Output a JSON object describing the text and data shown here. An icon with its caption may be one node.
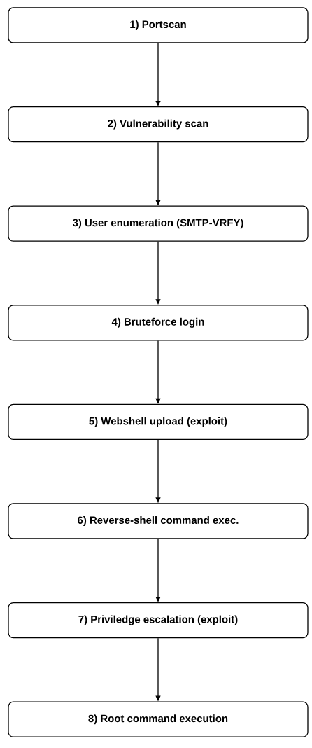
{
  "diagram": {
    "nodes": [
      {
        "text": [
          "1) Portscan"
        ]
      },
      {
        "text": [
          "2) Vulnerability scan"
        ]
      },
      {
        "text": [
          "3) User enumeration (SMTP-VRFY)"
        ]
      },
      {
        "text": [
          "4) Bruteforce login"
        ]
      },
      {
        "text": [
          "5) Webshell upload (exploit)"
        ]
      },
      {
        "text": [
          "6) Reverse-shell command exec."
        ]
      },
      {
        "text": [
          "7) Priviledge escalation (exploit)"
        ]
      },
      {
        "text": [
          "8) Root command execution"
        ]
      }
    ],
    "edges": [
      {
        "from": 0,
        "to": 1,
        "arrow": "to"
      },
      {
        "from": 1,
        "to": 2,
        "arrow": "to"
      },
      {
        "from": 2,
        "to": 3,
        "arrow": "to"
      },
      {
        "from": 3,
        "to": 4,
        "arrow": "to"
      },
      {
        "from": 4,
        "to": 5,
        "arrow": "to"
      },
      {
        "from": 5,
        "to": 6,
        "arrow": "to"
      },
      {
        "from": 6,
        "to": 7,
        "arrow": "to"
      }
    ]
  }
}
